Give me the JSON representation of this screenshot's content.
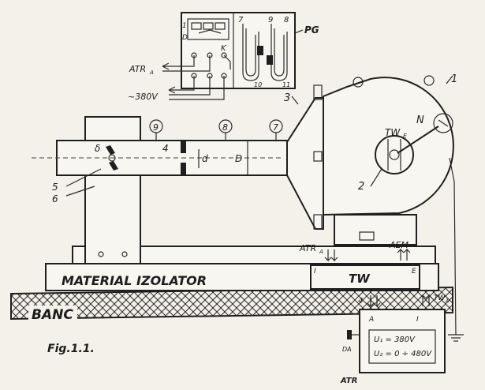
{
  "labels": {
    "pg": "PG",
    "atr_a": "ATR",
    "atr_a_sub": "A",
    "v380_line": "~380V",
    "k": "K",
    "d_label": "D",
    "one_small": "1",
    "g7": "7",
    "g9": "9",
    "g8": "8",
    "n10": "10",
    "n11": "11",
    "nozzle": "3",
    "blower": "1",
    "twe": "TW",
    "twe_sub": "E",
    "n_meter": "N",
    "motor": "2",
    "port9": "9",
    "port8": "8",
    "port7": "7",
    "orifice": "4",
    "d_small": "d",
    "D_big": "D",
    "delta": "δ",
    "flap": "5",
    "post": "6",
    "atr_top": "ATR",
    "atr_top_sub": "A",
    "aem": "AEM",
    "tw": "TW",
    "tw_i": "I",
    "tw_e": "E",
    "material": "MATERIAL IZOLATOR",
    "banc": "BANC",
    "atr_box": "ATR",
    "atr_in_a": "A",
    "atr_in_i": "I",
    "u1": "U₁ = 380V",
    "u2": "U₂ = 0 ÷ 480V",
    "da": "DA",
    "twa": "TW",
    "twa_sub": "A",
    "twb": "4",
    "fig": "Fig.1.1."
  }
}
